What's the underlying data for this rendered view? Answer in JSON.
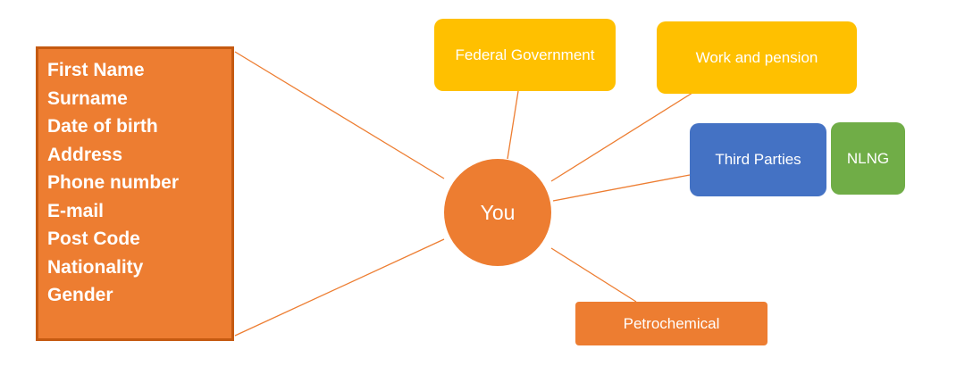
{
  "colors": {
    "orange": "#ed7d31",
    "orange_border": "#c55a11",
    "gold": "#ffc000",
    "blue": "#4472c4",
    "green": "#70ad47",
    "line": "#ed7d31"
  },
  "center": {
    "label": "You"
  },
  "info_items": [
    "First Name",
    "Surname",
    "Date of birth",
    "Address",
    "Phone number",
    "E-mail",
    "Post Code",
    "Nationality",
    "Gender"
  ],
  "nodes": {
    "federal": {
      "label": "Federal Government"
    },
    "work": {
      "label": "Work and pension"
    },
    "third": {
      "label": "Third Parties"
    },
    "nlng": {
      "label": "NLNG"
    },
    "petro": {
      "label": "Petrochemical"
    }
  }
}
